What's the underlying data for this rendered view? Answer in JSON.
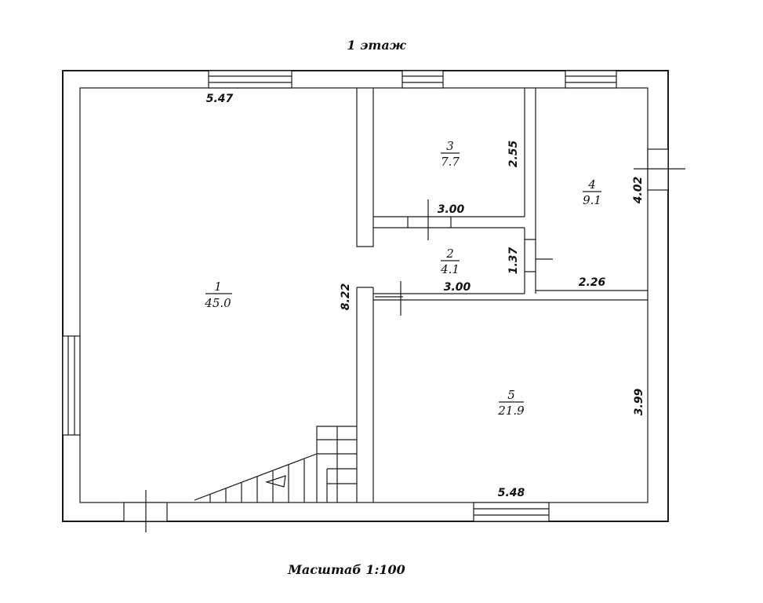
{
  "title": "1 этаж",
  "scale": "Масштаб 1:100",
  "rooms": [
    {
      "number": "1",
      "area": "45.0"
    },
    {
      "number": "2",
      "area": "4.1"
    },
    {
      "number": "3",
      "area": "7.7"
    },
    {
      "number": "4",
      "area": "9.1"
    },
    {
      "number": "5",
      "area": "21.9"
    }
  ],
  "dimensions": {
    "room1_width": "5.47",
    "room1_length": "8.22",
    "room3_height": "2.55",
    "room3_width": "3.00",
    "room2_height": "1.37",
    "room2_width": "3.00",
    "room4_height": "4.02",
    "room4_width": "2.26",
    "room5_height": "3.99",
    "room5_width": "5.48"
  }
}
